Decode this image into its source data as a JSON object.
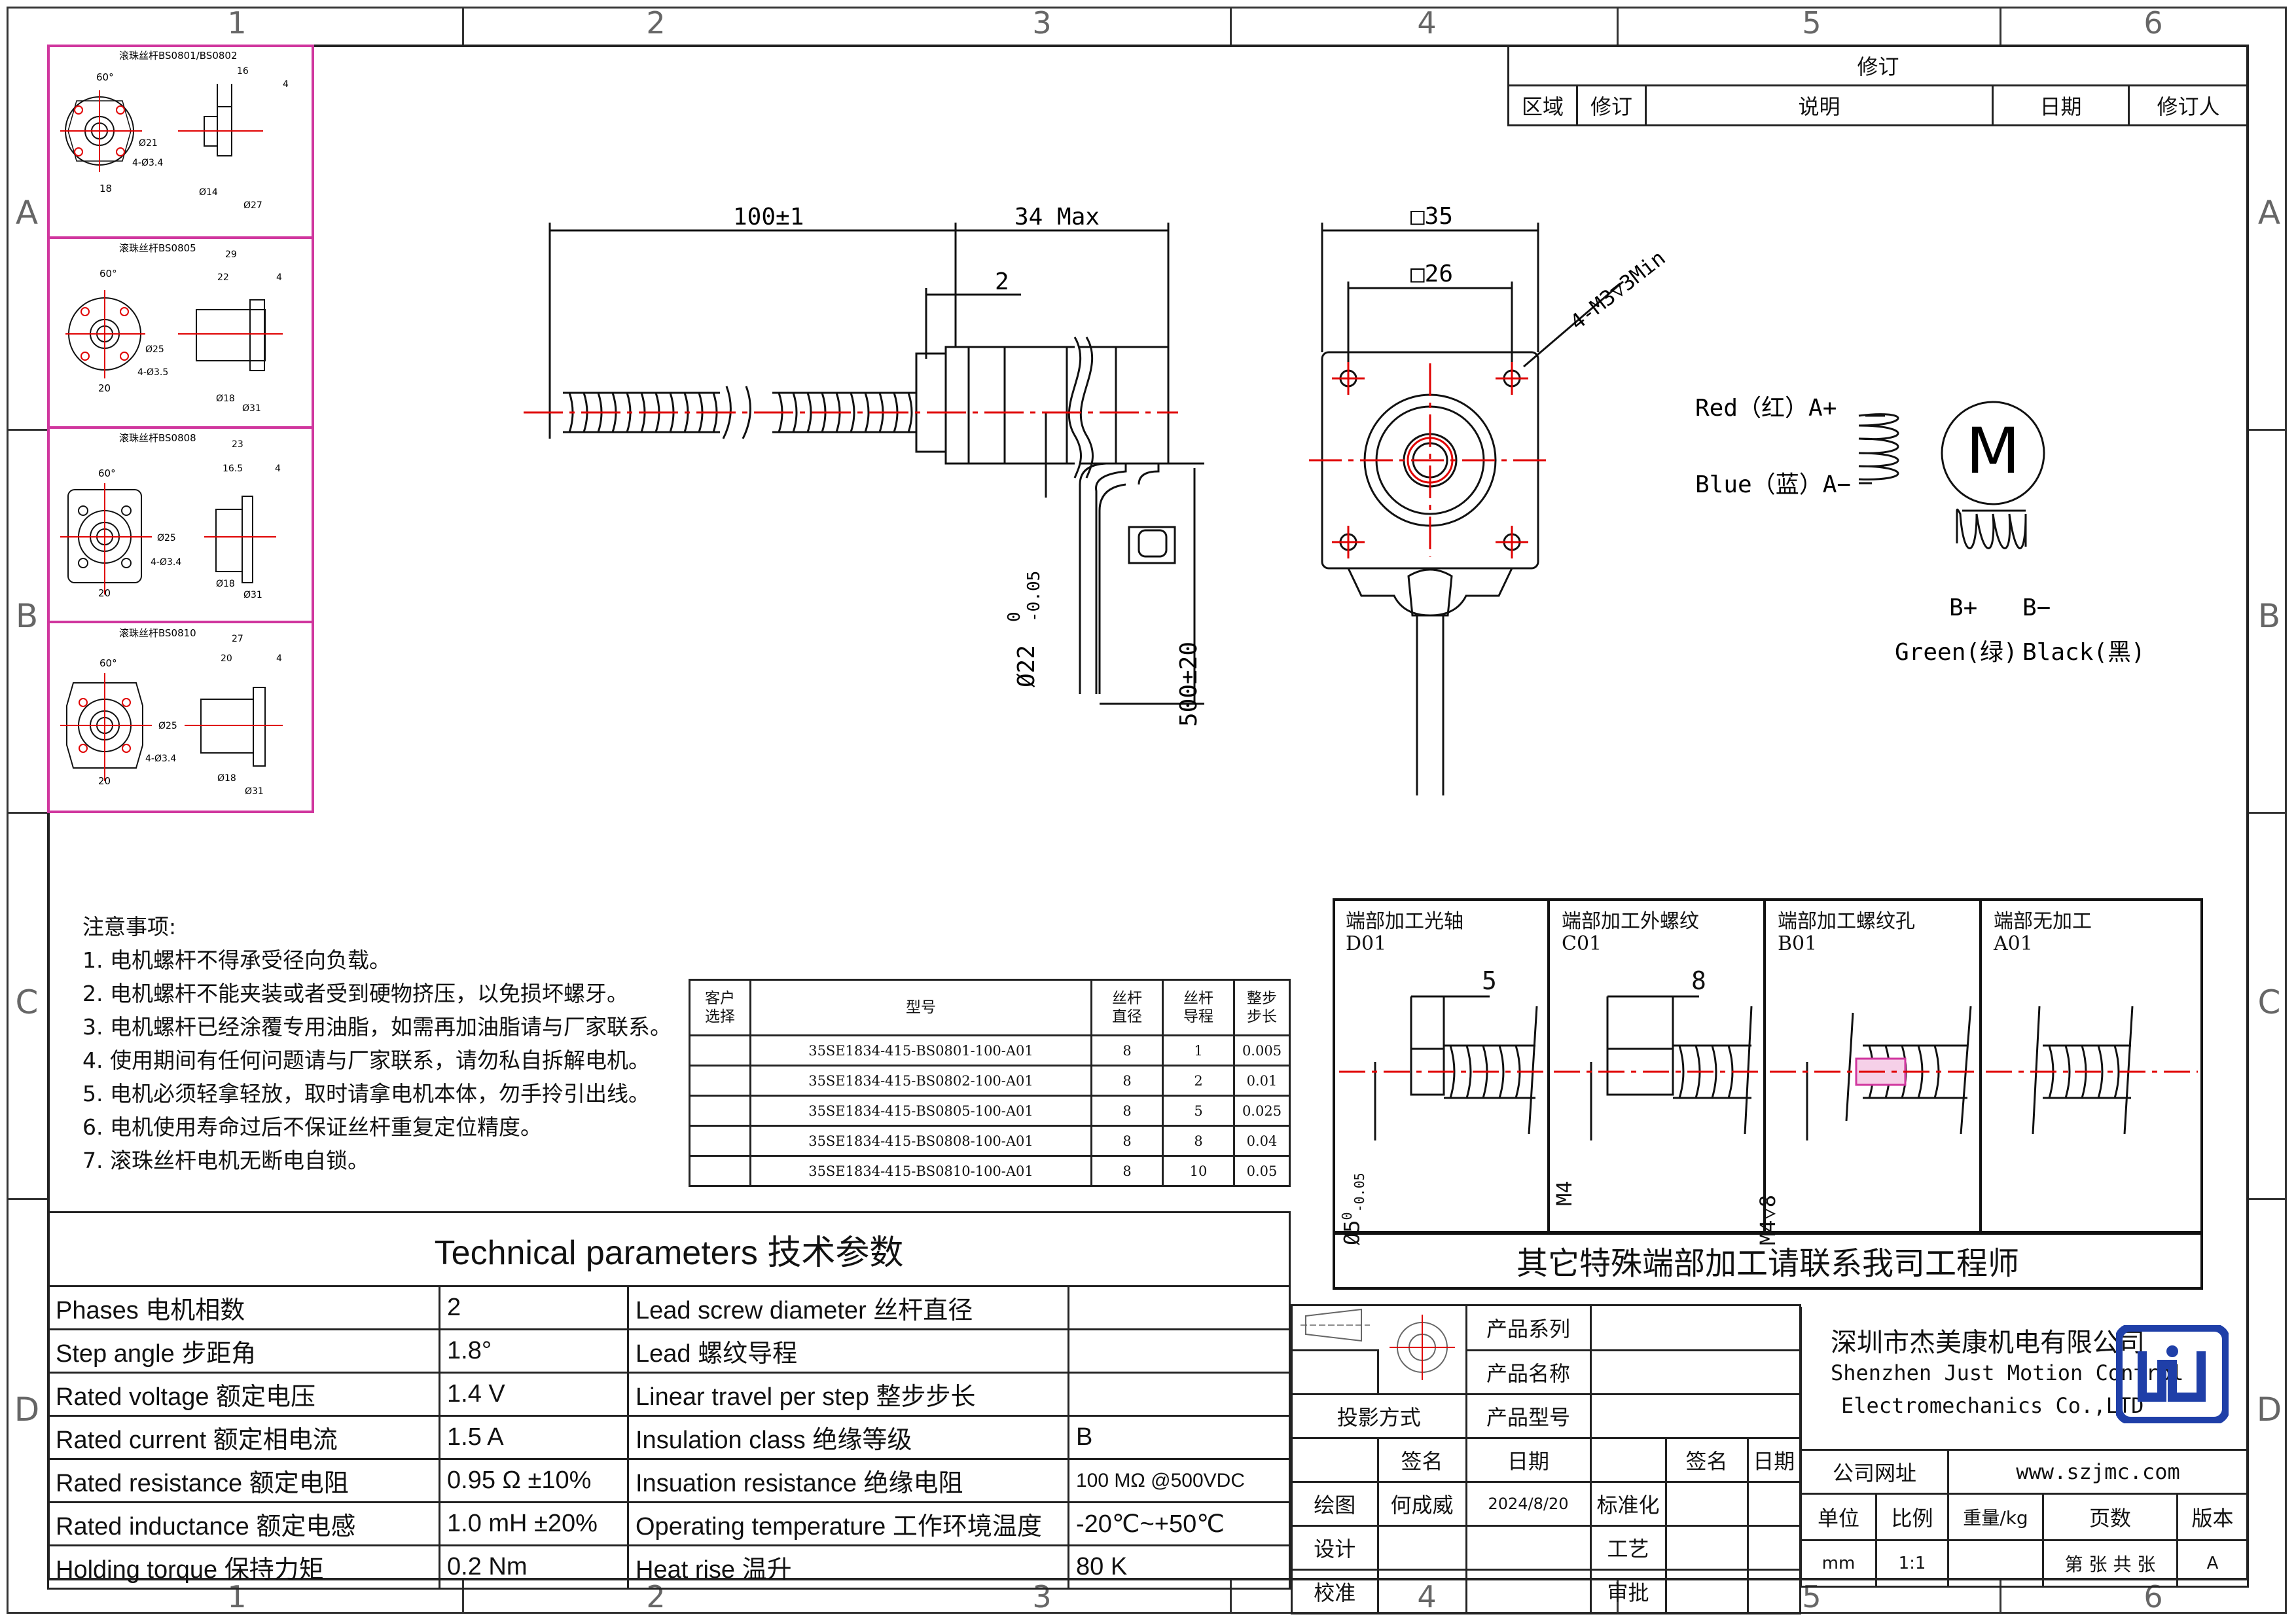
{
  "frame": {
    "columns": [
      "1",
      "2",
      "3",
      "4",
      "5",
      "6"
    ],
    "rows": [
      "A",
      "B",
      "C",
      "D"
    ]
  },
  "revision": {
    "title": "修订",
    "headers": [
      "区域",
      "修订",
      "说明",
      "日期",
      "修订人"
    ]
  },
  "ballscrew_details": [
    {
      "title": "滚珠丝杆BS0801/BS0802",
      "angle": "60°",
      "width": "18",
      "hole": "4-Ø3.4",
      "pcd": "Ø21",
      "len": "16",
      "flange": "4",
      "d1": "Ø14",
      "d2": "Ø27"
    },
    {
      "title": "滚珠丝杆BS0805",
      "angle": "60°",
      "width": "20",
      "hole": "4-Ø3.5",
      "pcd": "Ø25",
      "len": "29",
      "len2": "22",
      "flange": "4",
      "d1": "Ø18",
      "d2": "Ø31"
    },
    {
      "title": "滚珠丝杆BS0808",
      "angle": "60°",
      "width": "20",
      "hole": "4-Ø3.4",
      "pcd": "Ø25",
      "len": "23",
      "len2": "16.5",
      "flange": "4",
      "d1": "Ø18",
      "d2": "Ø31"
    },
    {
      "title": "滚珠丝杆BS0810",
      "angle": "60°",
      "width": "20",
      "hole": "4-Ø3.4",
      "pcd": "Ø25",
      "len": "27",
      "len2": "20",
      "flange": "4",
      "d1": "Ø18",
      "d2": "Ø31"
    }
  ],
  "side_view": {
    "screw_length": "100±1",
    "body_max": "34 Max",
    "boss": "2",
    "boss_dia": "Ø22",
    "boss_tol_upper": "0",
    "boss_tol_lower": "-0.05",
    "lead_length": "500±20"
  },
  "front_view": {
    "outer": "□35",
    "inner": "□26",
    "holes": "4-M3▽3Min"
  },
  "wiring": {
    "red": "Red（红）A+",
    "blue": "Blue（蓝）A−",
    "motor": "M",
    "b_plus": "B+",
    "b_minus": "B−",
    "green": "Green(绿)",
    "black": "Black(黑)"
  },
  "notes": {
    "title": "注意事项:",
    "items": [
      "1. 电机螺杆不得承受径向负载。",
      "2. 电机螺杆不能夹装或者受到硬物挤压，以免损坏螺牙。",
      "3. 电机螺杆已经涂覆专用油脂，如需再加油脂请与厂家联系。",
      "4. 使用期间有任何问题请与厂家联系，请勿私自拆解电机。",
      "5. 电机必须轻拿轻放，取时请拿电机本体，勿手拎引出线。",
      "6. 电机使用寿命过后不保证丝杆重复定位精度。",
      "7. 滚珠丝杆电机无断电自锁。"
    ]
  },
  "models": {
    "headers": [
      "客户\n选择",
      "型号",
      "丝杆\n直径",
      "丝杆\n导程",
      "整步\n步长"
    ],
    "rows": [
      [
        "",
        "35SE1834-415-BS0801-100-A01",
        "8",
        "1",
        "0.005"
      ],
      [
        "",
        "35SE1834-415-BS0802-100-A01",
        "8",
        "2",
        "0.01"
      ],
      [
        "",
        "35SE1834-415-BS0805-100-A01",
        "8",
        "5",
        "0.025"
      ],
      [
        "",
        "35SE1834-415-BS0808-100-A01",
        "8",
        "8",
        "0.04"
      ],
      [
        "",
        "35SE1834-415-BS0810-100-A01",
        "8",
        "10",
        "0.05"
      ]
    ]
  },
  "end_machining": {
    "panels": [
      {
        "title": "端部加工光轴",
        "code": "D01",
        "dim": "5",
        "dia": "Ø5",
        "tol_upper": "0",
        "tol_lower": "-0.05"
      },
      {
        "title": "端部加工外螺纹",
        "code": "C01",
        "dim": "8",
        "thread": "M4"
      },
      {
        "title": "端部加工螺纹孔",
        "code": "B01",
        "thread": "M4▽8"
      },
      {
        "title": "端部无加工",
        "code": "A01"
      }
    ],
    "footer": "其它特殊端部加工请联系我司工程师"
  },
  "tech": {
    "title": "Technical parameters 技术参数",
    "rows": [
      [
        "Phases 电机相数",
        "2",
        "Lead screw diameter 丝杆直径",
        ""
      ],
      [
        "Step angle 步距角",
        "1.8°",
        "Lead 螺纹导程",
        ""
      ],
      [
        "Rated voltage 额定电压",
        "1.4 V",
        "Linear travel per step 整步步长",
        ""
      ],
      [
        "Rated current 额定相电流",
        "1.5 A",
        "Insulation class 绝缘等级",
        "B"
      ],
      [
        "Rated resistance 额定电阻",
        "0.95 Ω  ±10%",
        "Insuation resistance 绝缘电阻",
        "100 MΩ @500VDC"
      ],
      [
        "Rated inductance 额定电感",
        "1.0 mH ±20%",
        "Operating temperature 工作环境温度",
        "-20℃~+50℃"
      ],
      [
        "Holding torque 保持力矩",
        "0.2 Nm",
        "Heat rise 温升",
        "80 K"
      ]
    ]
  },
  "title_block": {
    "product_series": "产品系列",
    "product_name": "产品名称",
    "projection": "投影方式",
    "product_model": "产品型号",
    "sign": "签名",
    "date": "日期",
    "sign2": "签名",
    "date2": "日期",
    "drawn": "绘图",
    "drawn_by": "何成威",
    "drawn_date": "2024/8/20",
    "standard": "标准化",
    "design": "设计",
    "process": "工艺",
    "check": "校准",
    "approve": "审批",
    "company_cn": "深圳市杰美康机电有限公司",
    "company_en1": "Shenzhen Just Motion Control",
    "company_en2": "Electromechanics Co.,LTD",
    "website_label": "公司网址",
    "website": "www.szjmc.com",
    "unit": "单位",
    "scale": "比例",
    "weight": "重量/kg",
    "pages": "页数",
    "version": "版本",
    "unit_val": "mm",
    "scale_val": "1:1",
    "pages_val": "第 张 共 张",
    "version_val": "A"
  },
  "colors": {
    "center": "#e00000",
    "pink": "#d0369e",
    "logo": "#1f3fa8"
  }
}
